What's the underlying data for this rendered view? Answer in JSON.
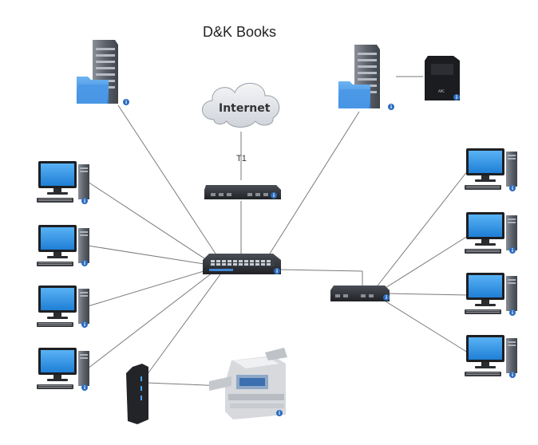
{
  "title": "D&K Books",
  "cloud_label": "Internet",
  "wan_link_label": "T1",
  "ups_brand": "APC",
  "info_badge": "i",
  "colors": {
    "monitor_screen": "#2a8fe0",
    "tower": "#5a5e66",
    "folder": "#3f8de2",
    "switch": "#2d3035",
    "cloud": "#e6e8ec",
    "link": "#7a7a7a",
    "info": "#2b6cc0"
  },
  "devices": [
    {
      "name": "file-server-left",
      "type": "server-with-folder"
    },
    {
      "name": "file-server-right",
      "type": "server-with-folder"
    },
    {
      "name": "ups",
      "type": "ups"
    },
    {
      "name": "internet-cloud",
      "type": "cloud"
    },
    {
      "name": "router",
      "type": "router"
    },
    {
      "name": "core-switch",
      "type": "switch"
    },
    {
      "name": "branch-switch",
      "type": "switch"
    },
    {
      "name": "workstation-left-1",
      "type": "workstation"
    },
    {
      "name": "workstation-left-2",
      "type": "workstation"
    },
    {
      "name": "workstation-left-3",
      "type": "workstation"
    },
    {
      "name": "workstation-left-4",
      "type": "workstation"
    },
    {
      "name": "workstation-right-1",
      "type": "workstation"
    },
    {
      "name": "workstation-right-2",
      "type": "workstation"
    },
    {
      "name": "workstation-right-3",
      "type": "workstation"
    },
    {
      "name": "workstation-right-4",
      "type": "workstation"
    },
    {
      "name": "modem",
      "type": "modem"
    },
    {
      "name": "printer",
      "type": "multifunction-printer"
    }
  ]
}
